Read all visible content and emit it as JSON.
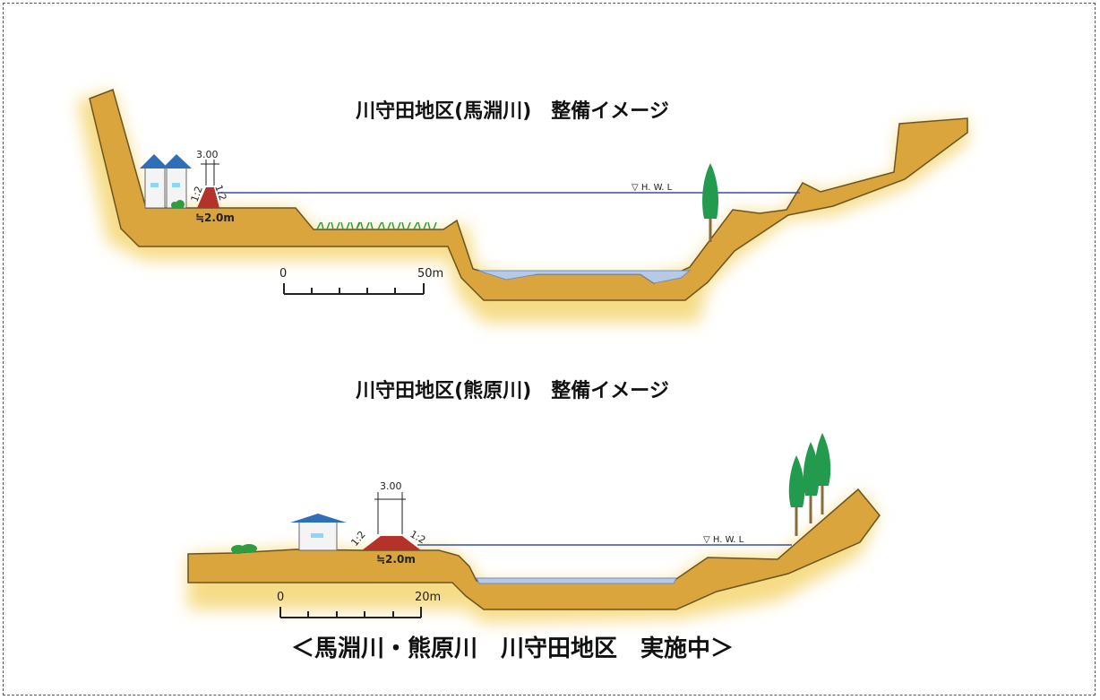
{
  "sections": {
    "top": {
      "title": "川守田地区(馬淵川)　整備イメージ",
      "dike_width": "3.00",
      "slope_left": "1:2",
      "slope_right": "1:2",
      "dike_height": "≒2.0m",
      "hwl": "▽ H. W. L",
      "scale_start": "0",
      "scale_end": "50m"
    },
    "bottom": {
      "title": "川守田地区(熊原川)　整備イメージ",
      "dike_width": "3.00",
      "slope_left": "1:2",
      "slope_right": "1:2",
      "dike_height": "≒2.0m",
      "hwl": "▽ H. W. L",
      "scale_start": "0",
      "scale_end": "20m"
    }
  },
  "caption": "＜馬淵川・熊原川　川守田地区　実施中＞",
  "colors": {
    "ground": "#d9a53c",
    "ground_edge": "#6b5420",
    "water": "#b7c9e4",
    "dike": "#b4322a",
    "house_roof": "#2f6fb8",
    "tree": "#239b4e",
    "hwl_line": "#3a4fa6"
  }
}
